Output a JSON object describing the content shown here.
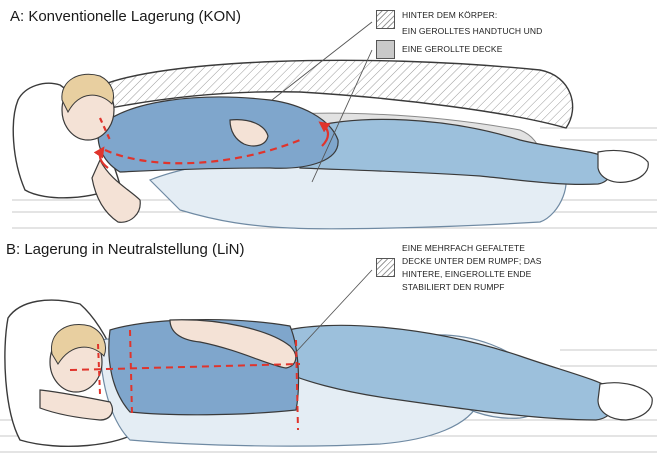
{
  "panel_a": {
    "title": "A: Konventionelle  Lagerung (KON)",
    "legend_hatch_text": [
      "HINTER DEM KÖRPER:",
      "EIN GEROLLTES HANDTUCH UND"
    ],
    "legend_grey_text": [
      "EINE GEROLLTE DECKE"
    ]
  },
  "panel_b": {
    "title": "B: Lagerung in Neutralstellung  (LiN)",
    "legend_text": [
      "EINE MEHRFACH GEFALTETE",
      "DECKE UNTER DEM RUMPF; DAS",
      "HINTERE, EINGEROLLTE ENDE",
      "STABILIERT DEN RUMPF"
    ]
  },
  "colors": {
    "shirt": "#7fa6cc",
    "shirt_dark": "#5f88b3",
    "pants": "#9cc0dc",
    "blanket": "#d9e6f0",
    "skin": "#f4e2d6",
    "hair": "#e8cfa0",
    "dashed_line": "#e0342c",
    "outline": "#3a3a3a"
  }
}
